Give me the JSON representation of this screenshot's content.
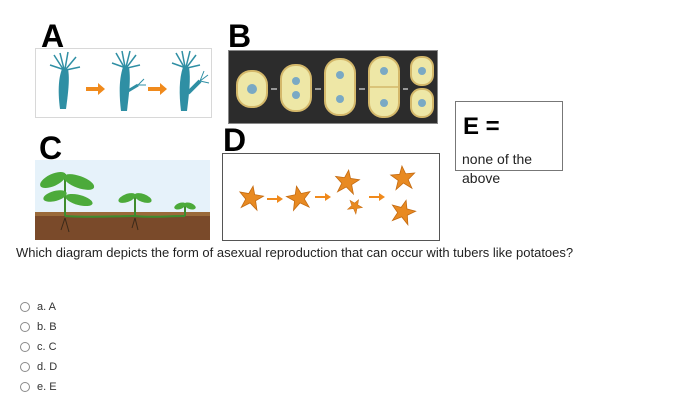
{
  "images": {
    "a": {
      "label": "A"
    },
    "b": {
      "label": "B"
    },
    "c": {
      "label": "C"
    },
    "d": {
      "label": "D"
    }
  },
  "e_box": {
    "title": "E =",
    "text": "none of the above"
  },
  "question": "Which diagram depicts the form of asexual reproduction that can occur with tubers like potatoes?",
  "options": [
    {
      "label": "a. A"
    },
    {
      "label": "b. B"
    },
    {
      "label": "c. C"
    },
    {
      "label": "d. D"
    },
    {
      "label": "e. E"
    }
  ],
  "colors": {
    "hydra": "#2f8fa4",
    "arrow": "#f08a1c",
    "cell": "#eee7a6",
    "cell_border": "#d4b86a",
    "seastar": "#e88a22",
    "plant_leaf": "#4caa3a",
    "soil": "#7a4a2a"
  }
}
